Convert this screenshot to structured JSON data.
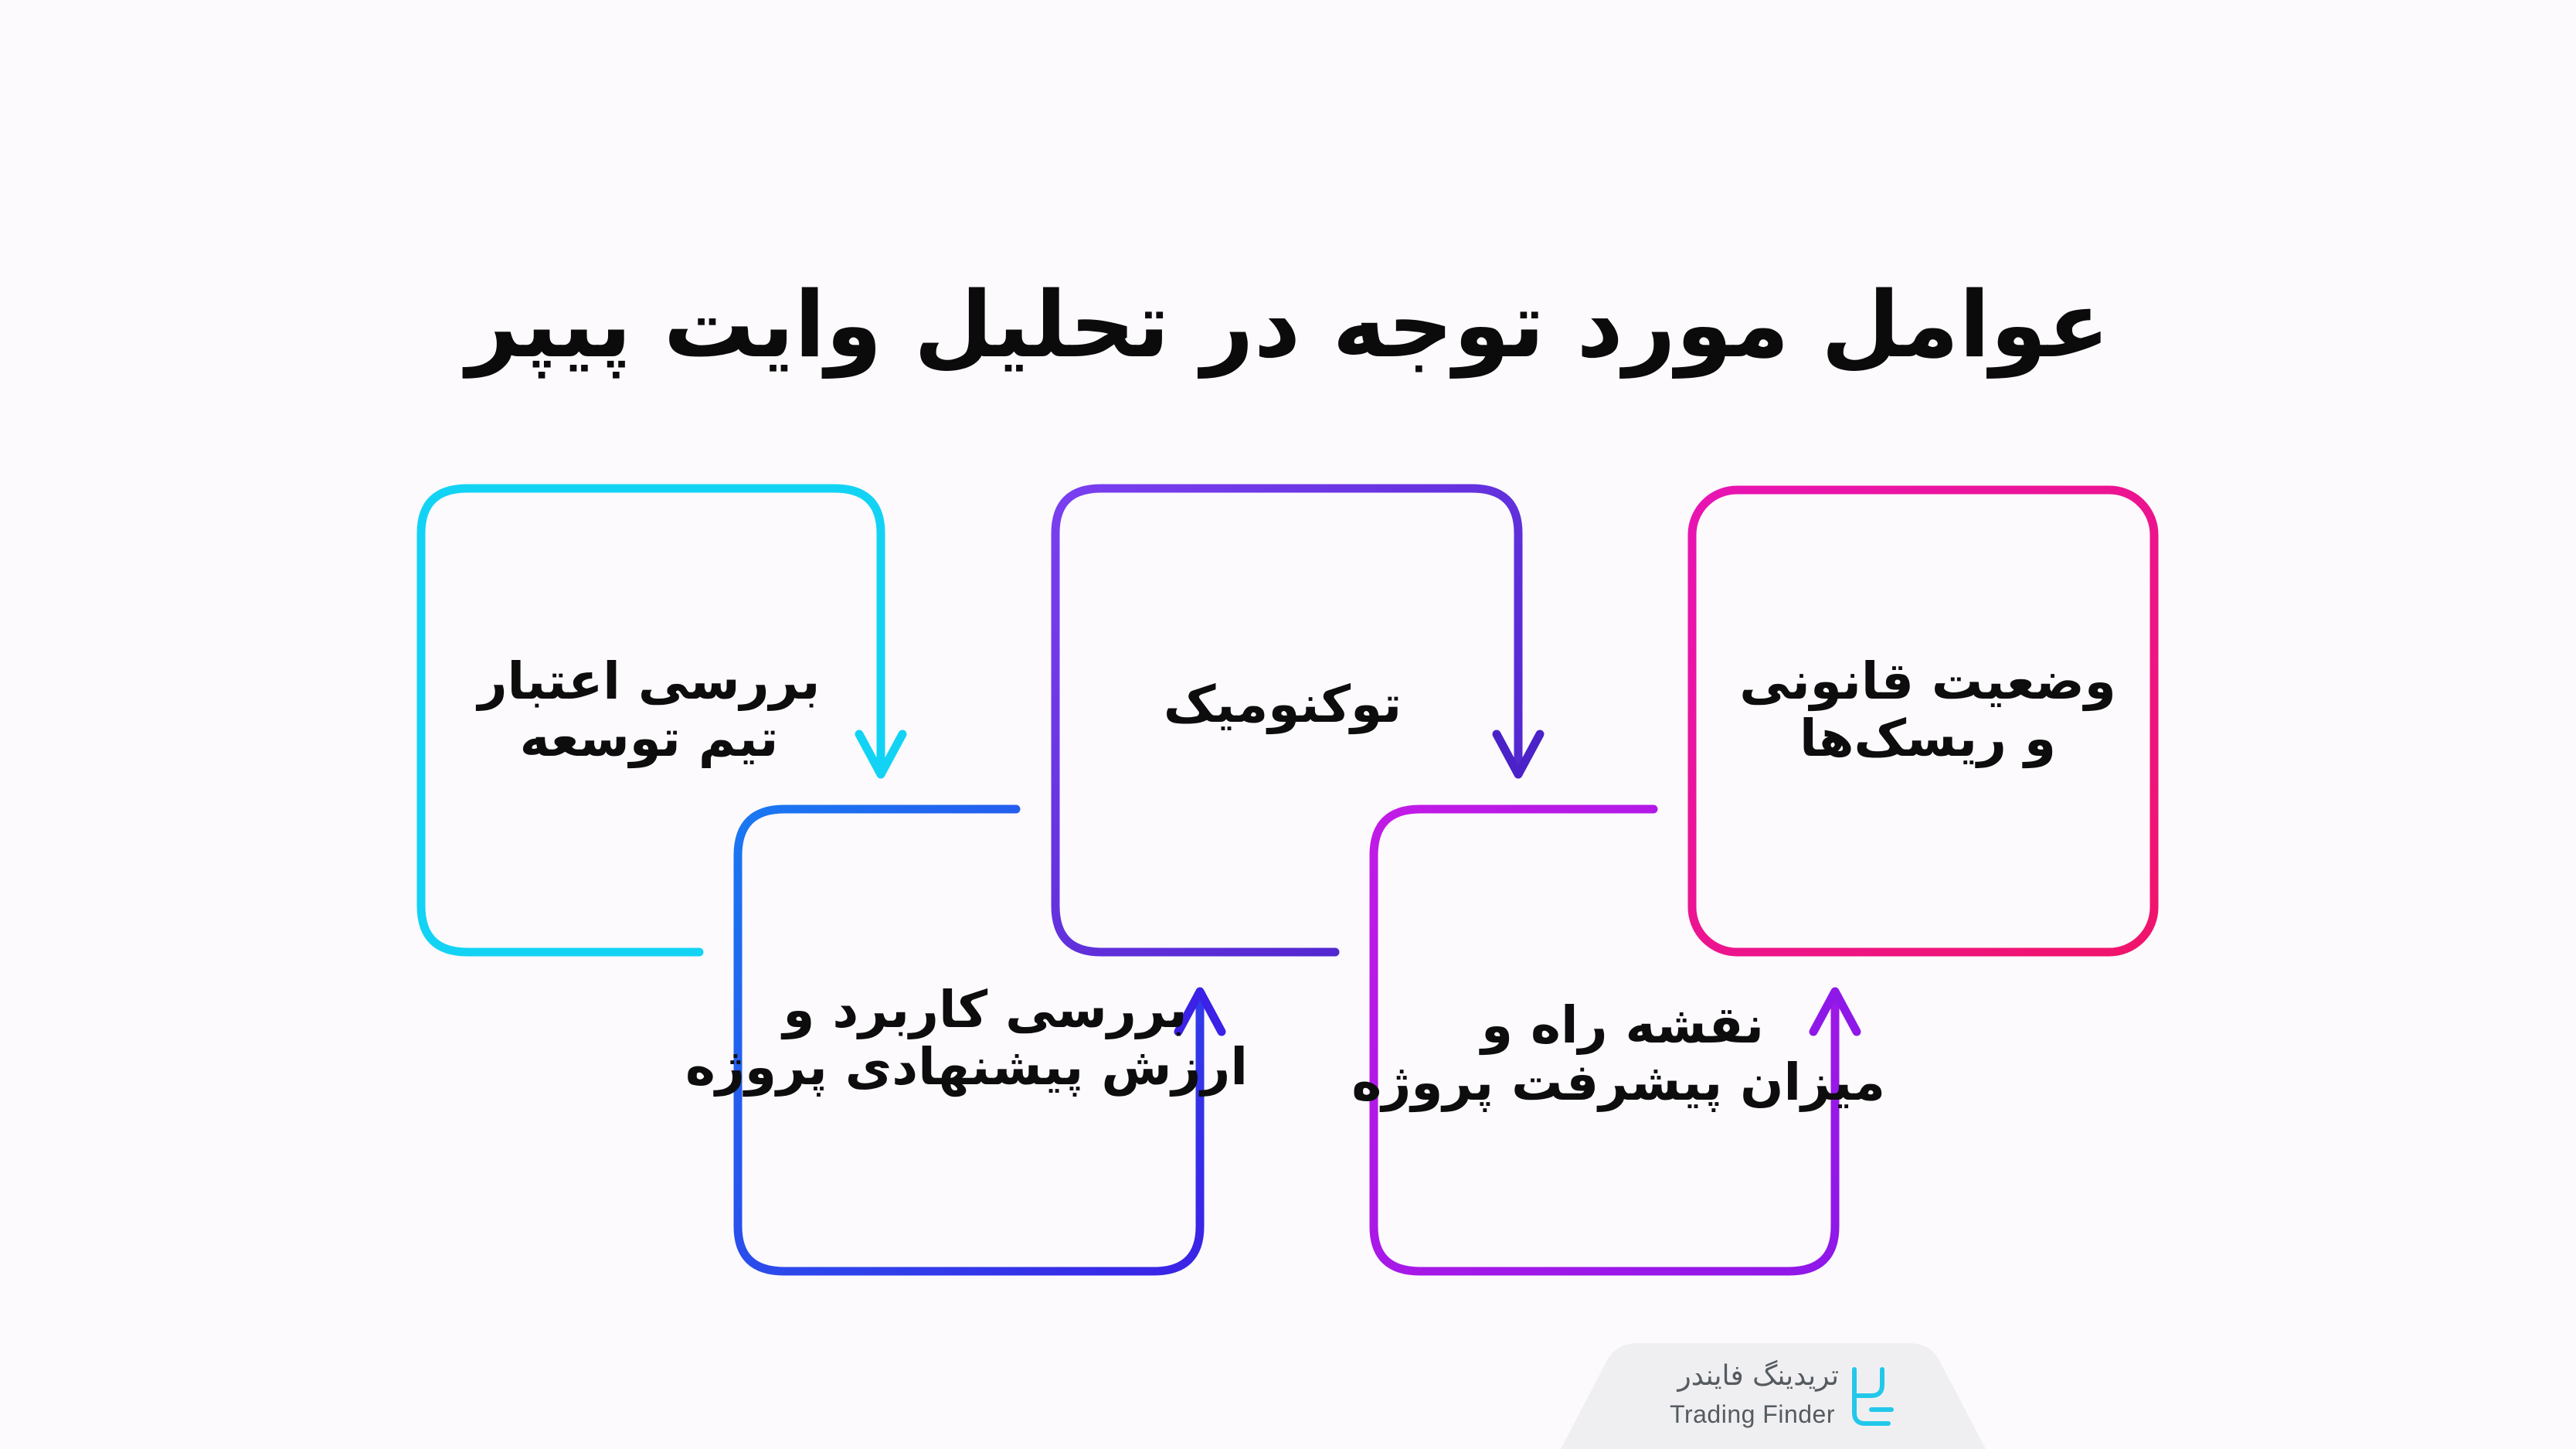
{
  "title": "عوامل مورد توجه در تحلیل وایت پیپر",
  "steps": [
    {
      "lines": [
        "بررسی اعتبار",
        "تیم توسعه"
      ],
      "color": "#13d3f5"
    },
    {
      "lines": [
        "بررسی کاربرد و",
        "ارزش پیشنهادی پروژه"
      ],
      "color": "#1e6cf0"
    },
    {
      "lines": [
        "توکنومیک"
      ],
      "color": "#6a36e6"
    },
    {
      "lines": [
        "نقشه راه و",
        "میزان پیشرفت پروژه"
      ],
      "color": "#a313e6"
    },
    {
      "lines": [
        "وضعیت قانونی",
        "و ریسک‌ها"
      ],
      "color": "#ee147a"
    }
  ],
  "brand": {
    "name_fa": "تریدینگ فایندر",
    "name_en": "Trading Finder",
    "logo_icon": "trading-finder-logo-icon",
    "color": "#22c8ea"
  }
}
